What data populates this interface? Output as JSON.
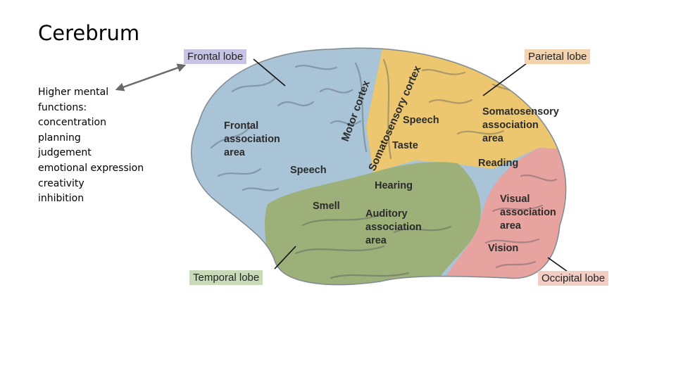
{
  "slide": {
    "title": "Cerebrum",
    "functions": [
      "Higher mental",
      "functions:",
      "concentration",
      "planning",
      "judgement",
      "emotional expression",
      "creativity",
      "inhibition"
    ]
  },
  "lobes": {
    "frontal": "Frontal lobe",
    "parietal": "Parietal lobe",
    "temporal": "Temporal lobe",
    "occipital": "Occipital lobe"
  },
  "regions": {
    "motor_cortex": "Motor cortex",
    "somatosensory_cortex": "Somatosensory cortex",
    "frontal_association": [
      "Frontal",
      "association",
      "area"
    ],
    "speech_frontal": "Speech",
    "speech_upper": "Speech",
    "taste": "Taste",
    "somatosensory_association": [
      "Somatosensory",
      "association",
      "area"
    ],
    "reading": "Reading",
    "hearing": "Hearing",
    "smell": "Smell",
    "auditory_association": [
      "Auditory",
      "association",
      "area"
    ],
    "visual_association": [
      "Visual",
      "association",
      "area"
    ],
    "vision": "Vision"
  },
  "colors": {
    "frontal": "#a9c4d6",
    "parietal": "#ecc76f",
    "temporal": "#9db07a",
    "occipital": "#e6a3a0",
    "frontal_tag": "#c7c3e4",
    "parietal_tag": "#f3d3ad",
    "temporal_tag": "#c7dbb9",
    "occipital_tag": "#f2cdc4"
  }
}
